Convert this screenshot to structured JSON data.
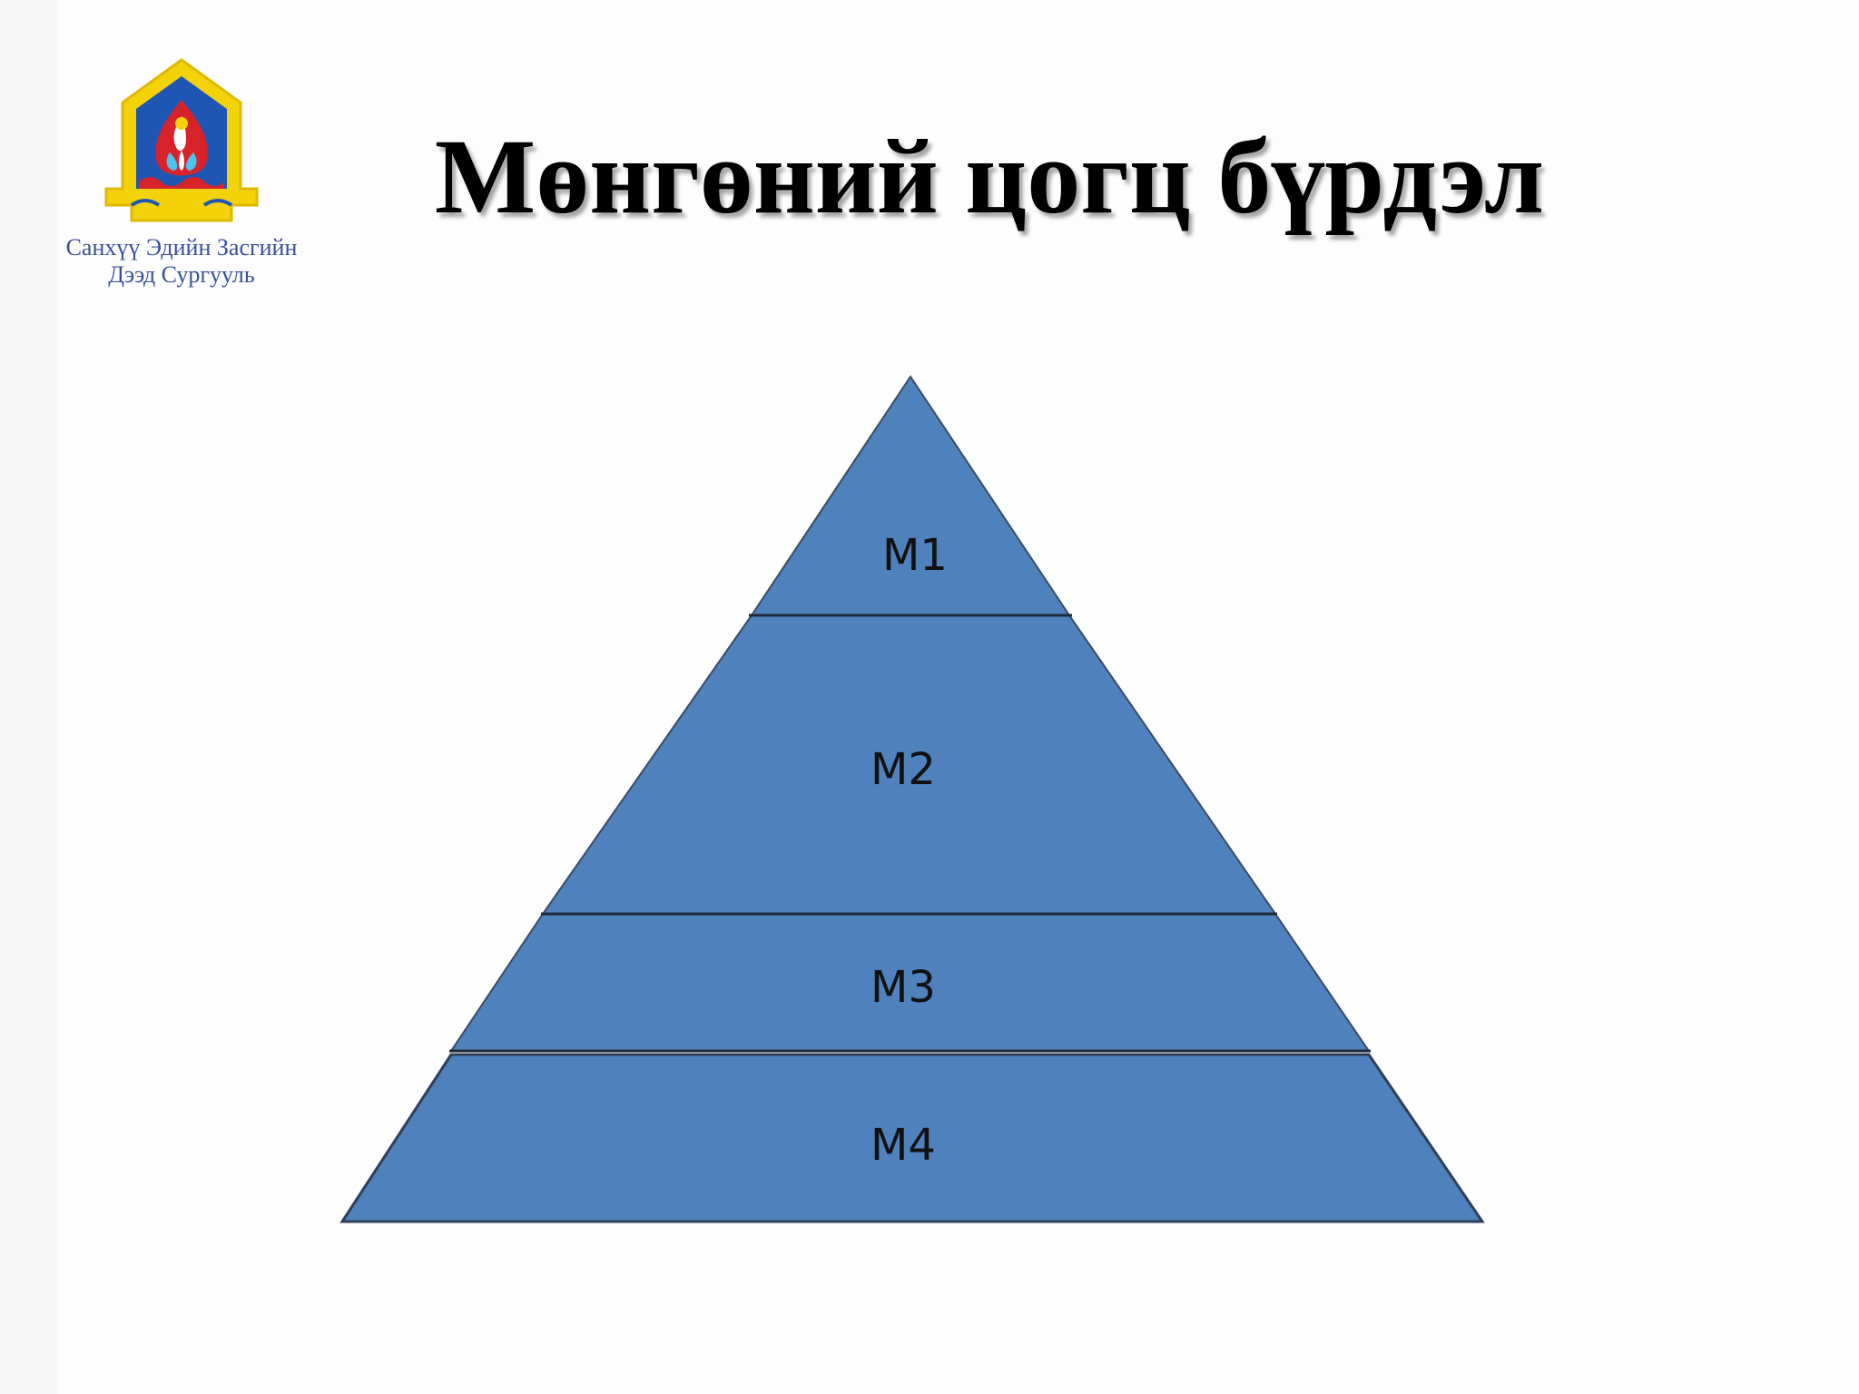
{
  "logo": {
    "line1": "Санхүү Эдийн Засгийн",
    "line2": "Дээд Сургууль",
    "colors": {
      "frame": "#f3d20a",
      "field": "#1f56b4",
      "flame": "#d8232a"
    }
  },
  "title": "Мөнгөний цогц бүрдэл",
  "pyramid": {
    "fill": "#4f81bd",
    "levels": [
      {
        "label": "M1"
      },
      {
        "label": "M2"
      },
      {
        "label": "M3"
      },
      {
        "label": "M4"
      }
    ]
  }
}
